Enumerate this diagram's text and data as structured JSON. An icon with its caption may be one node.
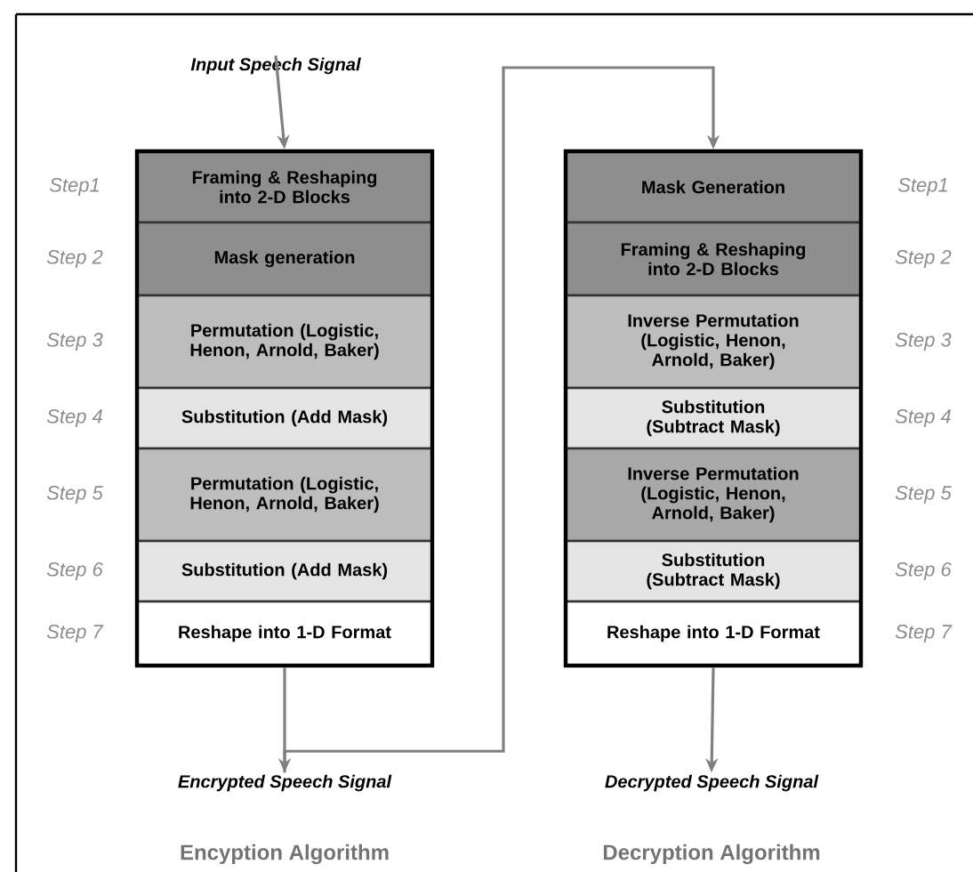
{
  "diagram": {
    "nodes": [
      {
        "text": [
          "Input Speech Signal"
        ]
      },
      {
        "text": [],
        "shape": "box"
      },
      {
        "text": [
          "Framing & Reshaping into 2-D Blocks"
        ],
        "in": 1,
        "beside": [
          "Step1"
        ]
      },
      {
        "text": [
          "Mask generation"
        ],
        "in": 1,
        "beside": [
          "Step 2"
        ]
      },
      {
        "text": [
          "Permutation (Logistic, Henon, Arnold, Baker)"
        ],
        "in": 1,
        "beside": [
          "Step 3"
        ]
      },
      {
        "text": [
          "Substitution (Add Mask)"
        ],
        "in": 1,
        "beside": [
          "Step 4"
        ]
      },
      {
        "text": [
          "Permutation (Logistic, Henon, Arnold, Baker)"
        ],
        "in": 1,
        "beside": [
          "Step 5"
        ]
      },
      {
        "text": [
          "Substitution (Add Mask)"
        ],
        "in": 1,
        "beside": [
          "Step 6"
        ]
      },
      {
        "text": [
          "Reshape into 1-D Format"
        ],
        "in": 1,
        "beside": [
          "Step 7"
        ]
      },
      {
        "text": [
          "Encrypted Speech Signal"
        ]
      },
      {
        "text": [],
        "shape": "box"
      },
      {
        "text": [
          "Mask Generation"
        ],
        "in": 10,
        "beside": [
          "Step1"
        ]
      },
      {
        "text": [
          "Framing & Reshaping into 2-D Blocks"
        ],
        "in": 10,
        "beside": [
          "Step 2"
        ]
      },
      {
        "text": [
          "Inverse Permutation (Logistic, Henon, Arnold, Baker)"
        ],
        "in": 10,
        "beside": [
          "Step 3"
        ]
      },
      {
        "text": [
          "Substitution (Subtract Mask)"
        ],
        "in": 10,
        "beside": [
          "Step 4"
        ]
      },
      {
        "text": [
          "Inverse Permutation (Logistic, Henon, Arnold, Baker)"
        ],
        "in": 10,
        "beside": [
          "Step 5"
        ]
      },
      {
        "text": [
          "Substitution (Subtract Mask)"
        ],
        "in": 10,
        "beside": [
          "Step 6"
        ]
      },
      {
        "text": [
          "Reshape into 1-D Format"
        ],
        "in": 10,
        "beside": [
          "Step 7"
        ]
      },
      {
        "text": [
          "Decrypted Speech Signal"
        ]
      }
    ],
    "edges": [
      {
        "from": 0,
        "to": 1,
        "arrow": "to"
      },
      {
        "from": 1,
        "to": 9,
        "arrow": "to"
      },
      {
        "from": 9,
        "to": 10,
        "arrow": "to"
      },
      {
        "from": 10,
        "to": 18,
        "arrow": "to"
      }
    ],
    "labels": [
      "Encyption Algorithm",
      "Decryption Algorithm"
    ]
  }
}
